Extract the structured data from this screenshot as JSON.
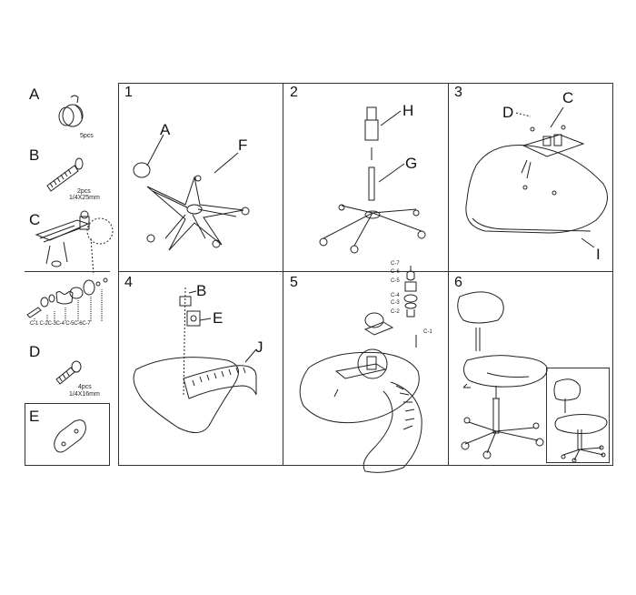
{
  "parts": [
    {
      "letter": "A",
      "qty": "5pcs",
      "size": ""
    },
    {
      "letter": "B",
      "qty": "2pcs",
      "size": "1/4X25mm"
    },
    {
      "letter": "C",
      "qty": "",
      "size": ""
    },
    {
      "letter": "D",
      "qty": "4pcs",
      "size": "1/4X16mm"
    },
    {
      "letter": "E",
      "qty": "",
      "size": ""
    }
  ],
  "c_sub_labels": [
    "C-1",
    "C-2",
    "C-3",
    "C-4",
    "C-5",
    "C-6",
    "C-7"
  ],
  "c_sub_row": "C-1 C-2C-3C-4 C-5C-6C-7",
  "steps": [
    {
      "number": "1",
      "callouts": [
        "A",
        "F"
      ]
    },
    {
      "number": "2",
      "callouts": [
        "H",
        "G"
      ]
    },
    {
      "number": "3",
      "callouts": [
        "D",
        "C",
        "I"
      ]
    },
    {
      "number": "4",
      "callouts": [
        "B",
        "E",
        "J"
      ]
    },
    {
      "number": "5",
      "callouts": [
        "C-7",
        "C-6",
        "C-5",
        "C-4",
        "C-3",
        "C-2",
        "C-1"
      ]
    },
    {
      "number": "6",
      "callouts": []
    }
  ]
}
